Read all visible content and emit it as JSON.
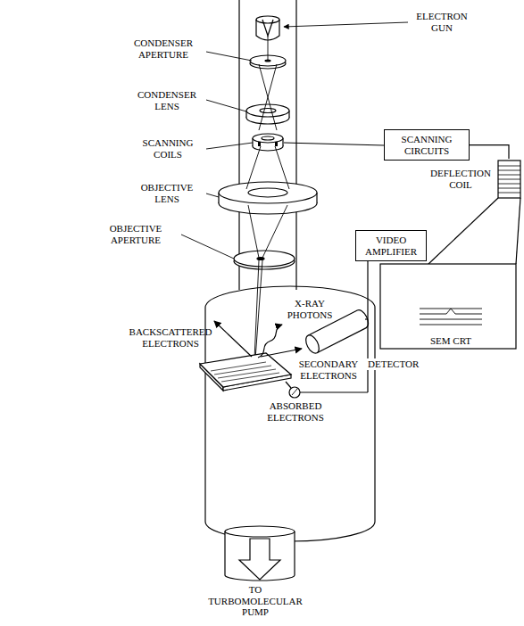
{
  "diagram": {
    "nodes": [
      {
        "text": [
          "SCANNING CIRCUITS"
        ]
      },
      {
        "text": [
          "VIDEO AMPLIFIER"
        ]
      },
      {
        "text": [
          "SEM CRT"
        ]
      }
    ],
    "edges": [
      {
        "from": 0,
        "to": 2,
        "arrow": "none"
      }
    ],
    "labels": [
      "ELECTRON GUN",
      "CONDENSER APERTURE",
      "CONDENSER LENS",
      "SCANNING COILS",
      "OBJECTIVE LENS",
      "OBJECTIVE APERTURE",
      "DEFLECTION COIL",
      "X-RAY PHOTONS",
      "BACKSCATTERED ELECTRONS",
      "SECONDARY ELECTRONS",
      "DETECTOR",
      "ABSORBED ELECTRONS",
      "TO TURBOMOLECULAR PUMP"
    ]
  }
}
